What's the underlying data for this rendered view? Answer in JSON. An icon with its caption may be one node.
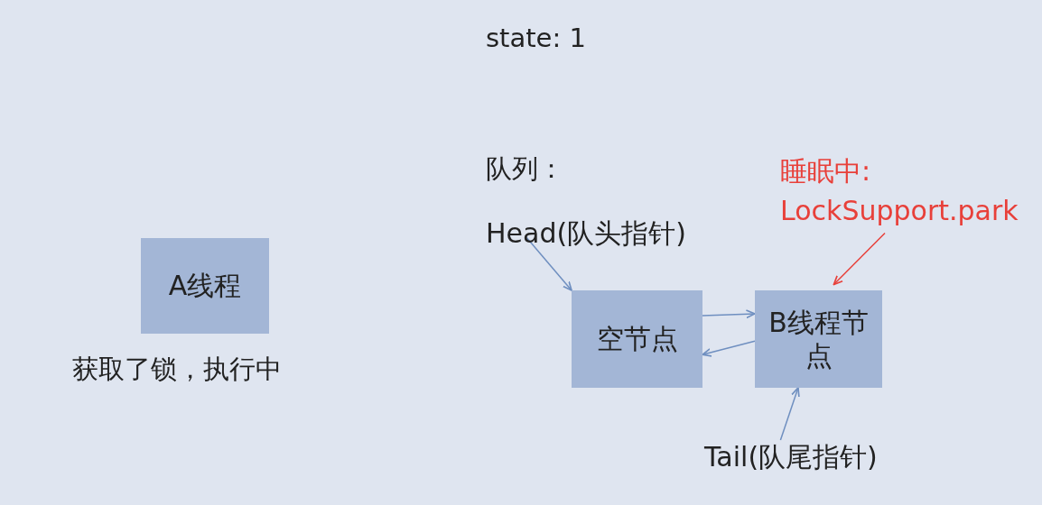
{
  "diagram": {
    "nodes": [
      {
        "text": [
          "A线程"
        ],
        "beside": [
          "获取了锁，执行中"
        ]
      },
      {
        "text": [
          "空节点"
        ]
      },
      {
        "text": [
          "B线程节点"
        ]
      },
      {
        "text": [
          "Head(队头指针)"
        ]
      },
      {
        "text": [
          "Tail(队尾指针)"
        ]
      },
      {
        "text": [
          "睡眠中: LockSupport.park"
        ]
      }
    ],
    "edges": [
      {
        "from": 3,
        "to": 1,
        "arrow": "to"
      },
      {
        "from": 1,
        "to": 2,
        "arrow": "to"
      },
      {
        "from": 2,
        "to": 1,
        "arrow": "to"
      },
      {
        "from": 4,
        "to": 2,
        "arrow": "to"
      },
      {
        "from": 5,
        "to": 2,
        "arrow": "to",
        "color": "#e8403a"
      }
    ],
    "labels": [
      "state:  1",
      "队列："
    ]
  }
}
